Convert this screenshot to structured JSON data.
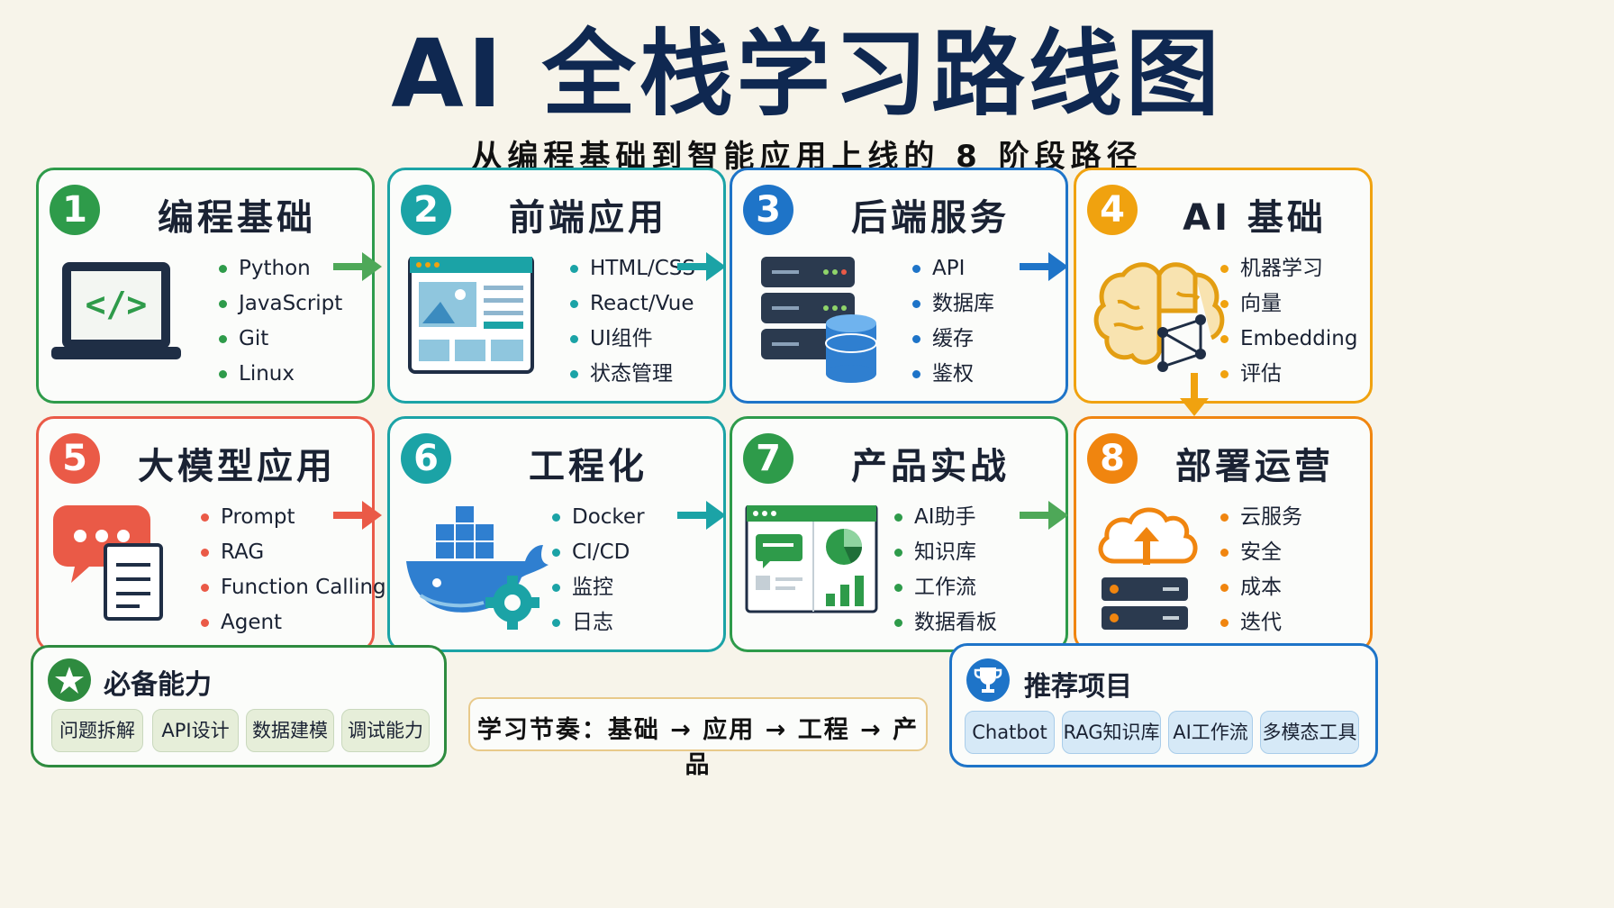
{
  "title": "AI 全栈学习路线图",
  "subtitle": "从编程基础到智能应用上线的 8 阶段路径",
  "stages": [
    {
      "num": "1",
      "title": "编程基础",
      "color": "#2e9b4a",
      "icon": "laptop-code-icon",
      "items": [
        "Python",
        "JavaScript",
        "Git",
        "Linux"
      ]
    },
    {
      "num": "2",
      "title": "前端应用",
      "color": "#1ba3a6",
      "icon": "web-layout-icon",
      "items": [
        "HTML/CSS",
        "React/Vue",
        "UI组件",
        "状态管理"
      ]
    },
    {
      "num": "3",
      "title": "后端服务",
      "color": "#1e74c8",
      "icon": "server-database-icon",
      "items": [
        "API",
        "数据库",
        "缓存",
        "鉴权"
      ]
    },
    {
      "num": "4",
      "title": "AI 基础",
      "color": "#f0a20f",
      "icon": "brain-network-icon",
      "items": [
        "机器学习",
        "向量",
        "Embedding",
        "评估"
      ]
    },
    {
      "num": "5",
      "title": "大模型应用",
      "color": "#ea5a47",
      "icon": "chat-document-icon",
      "items": [
        "Prompt",
        "RAG",
        "Function Calling",
        "Agent"
      ]
    },
    {
      "num": "6",
      "title": "工程化",
      "color": "#1ba3a6",
      "icon": "docker-whale-icon",
      "items": [
        "Docker",
        "CI/CD",
        "监控",
        "日志"
      ]
    },
    {
      "num": "7",
      "title": "产品实战",
      "color": "#2e9b4a",
      "icon": "dashboard-icon",
      "items": [
        "AI助手",
        "知识库",
        "工作流",
        "数据看板"
      ]
    },
    {
      "num": "8",
      "title": "部署运营",
      "color": "#f0850f",
      "icon": "cloud-upload-icon",
      "items": [
        "云服务",
        "安全",
        "成本",
        "迭代"
      ]
    }
  ],
  "skills": {
    "title": "必备能力",
    "icon": "star-icon",
    "color": "#2e8b3f",
    "chips": [
      "问题拆解",
      "API设计",
      "数据建模",
      "调试能力"
    ]
  },
  "rhythm": {
    "text": "学习节奏：基础 → 应用 → 工程 → 产品",
    "color": "#e8c98a"
  },
  "projects": {
    "title": "推荐项目",
    "icon": "trophy-icon",
    "color": "#1e74c8",
    "chips": [
      "Chatbot",
      "RAG知识库",
      "AI工作流",
      "多模态工具"
    ]
  }
}
